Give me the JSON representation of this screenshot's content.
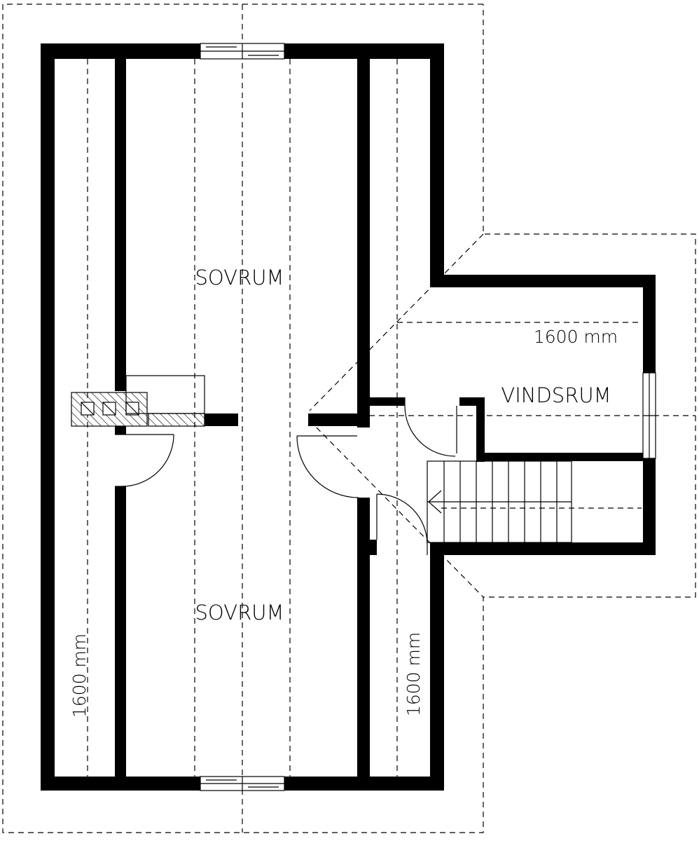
{
  "plan": {
    "rooms": [
      {
        "id": "bedroom_top",
        "label": "SOVRUM"
      },
      {
        "id": "bedroom_bottom",
        "label": "SOVRUM"
      },
      {
        "id": "attic_room",
        "label": "VINDSRUM"
      }
    ],
    "dimensions": [
      {
        "id": "left",
        "label": "1600 mm"
      },
      {
        "id": "right",
        "label": "1600 mm"
      },
      {
        "id": "attic",
        "label": "1600 mm"
      }
    ]
  },
  "colors": {
    "wall": "#000000",
    "line": "#000000",
    "background": "#ffffff"
  }
}
